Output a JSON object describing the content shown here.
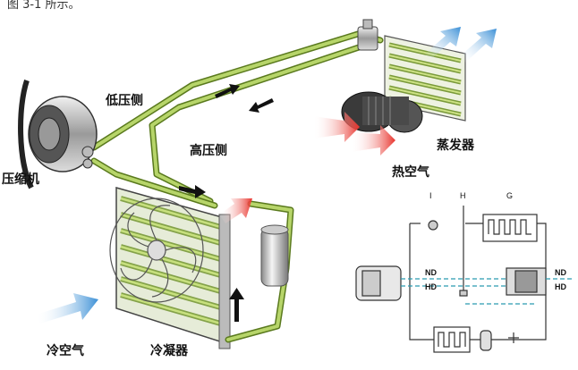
{
  "caption": "图 3-1 所示。",
  "labels": {
    "low_side": "低压侧",
    "high_side": "高压侧",
    "compressor": "压缩机",
    "evaporator": "蒸发器",
    "hot_air": "热空气",
    "cold_air": "冷空气",
    "condenser": "冷凝器"
  },
  "schematic": {
    "label_i": "I",
    "label_h": "H",
    "label_g": "G",
    "nd_left": "ND",
    "hd_left": "HD",
    "nd_right": "ND",
    "hd_right": "HD"
  },
  "colors": {
    "pipe": "#b7d56a",
    "pipe_edge": "#5a7a1e",
    "hot_arrow": "#e8322b",
    "cold_arrow": "#3a8fd6",
    "dark": "#333333"
  }
}
